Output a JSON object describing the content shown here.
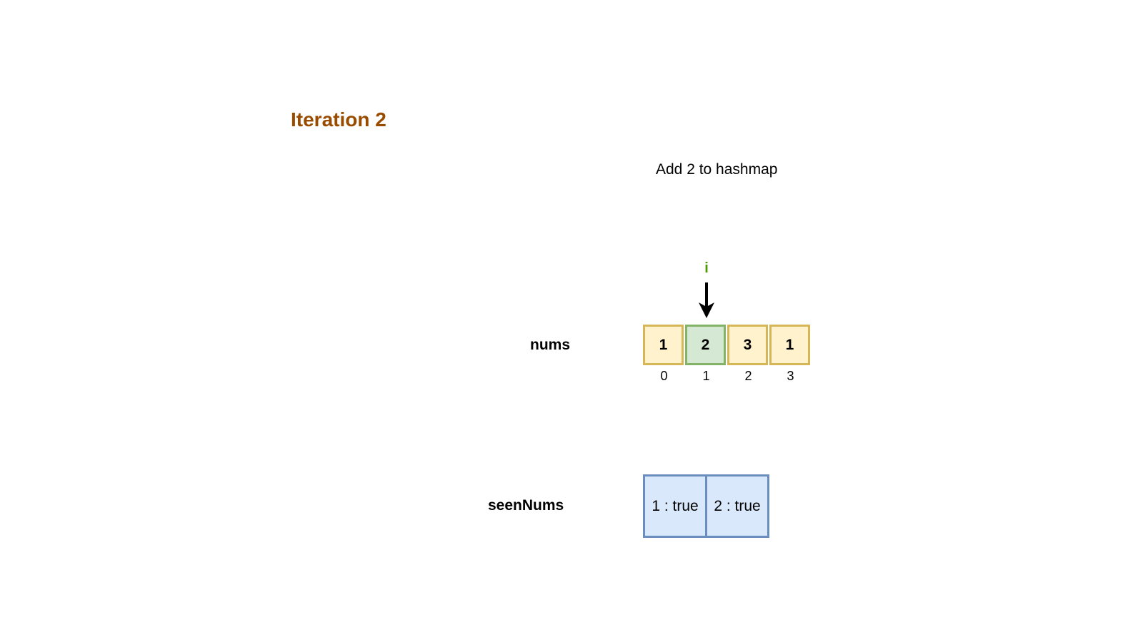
{
  "title": "Iteration 2",
  "caption": "Add 2 to hashmap",
  "pointer": {
    "label": "i",
    "index": 1
  },
  "nums": {
    "label": "nums",
    "values": [
      "1",
      "2",
      "3",
      "1"
    ],
    "indices": [
      "0",
      "1",
      "2",
      "3"
    ],
    "highlighted_index": 1
  },
  "seenNums": {
    "label": "seenNums",
    "entries": [
      "1 : true",
      "2 : true"
    ]
  },
  "colors": {
    "title": "#994C00",
    "pointer_label": "#4D9900",
    "cell_fill": "#FFF2CC",
    "cell_border": "#D6B656",
    "active_fill": "#D5E8D4",
    "active_border": "#82B366",
    "map_fill": "#DAE8FC",
    "map_border": "#6C8EBF"
  }
}
